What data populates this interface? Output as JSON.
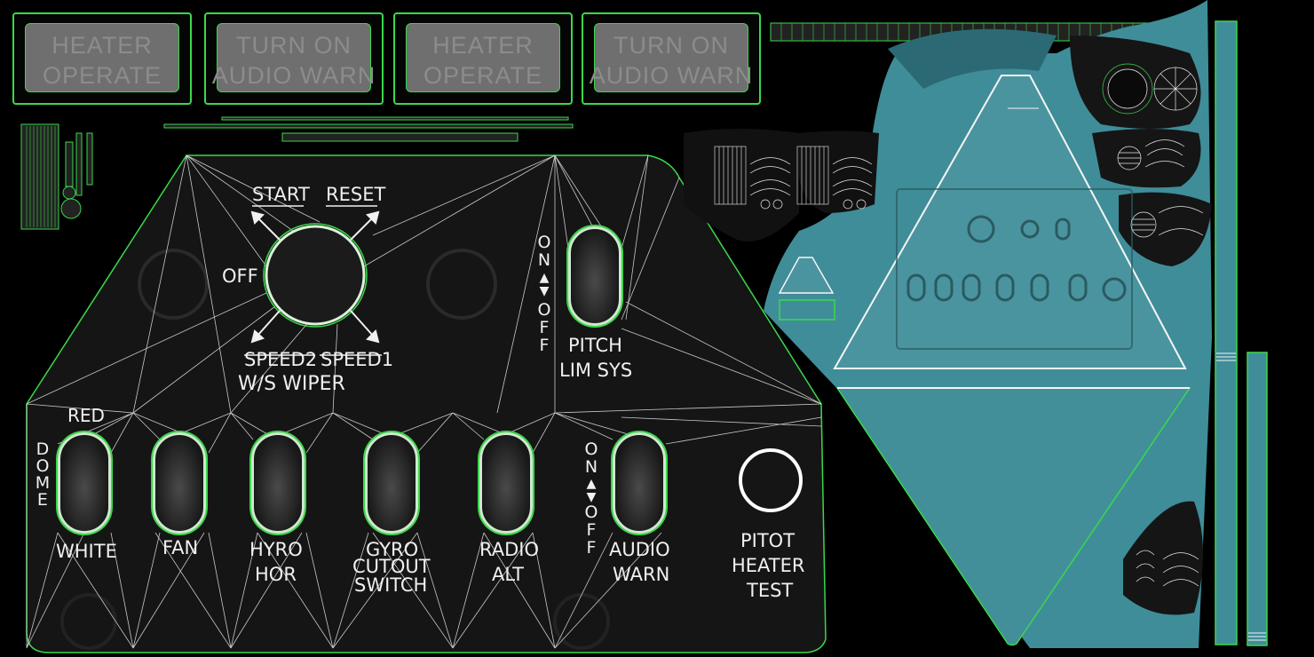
{
  "annunciators": [
    {
      "line1": "HEATER",
      "line2": "OPERATE"
    },
    {
      "line1": "TURN ON",
      "line2": "AUDIO WARN"
    },
    {
      "line1": "HEATER",
      "line2": "OPERATE"
    },
    {
      "line1": "TURN ON",
      "line2": "AUDIO WARN"
    }
  ],
  "wiper": {
    "start": "START",
    "reset": "RESET",
    "off": "OFF",
    "speed2": "SPEED2",
    "speed1": "SPEED1",
    "title": "W/S WIPER"
  },
  "pitch": {
    "on": "ON",
    "off": "OFF",
    "line1": "PITCH",
    "line2": "LIM SYS"
  },
  "dome": {
    "red": "RED",
    "side": "DOME",
    "white": "WHITE"
  },
  "switches": {
    "fan": "FAN",
    "hyro1": "HYRO",
    "hyro2": "HOR",
    "gyro1": "GYRO",
    "gyro2": "CUTOUT",
    "gyro3": "SWITCH",
    "radio1": "RADIO",
    "radio2": "ALT"
  },
  "audio": {
    "on": "ON",
    "off": "OFF",
    "line1": "AUDIO",
    "line2": "WARN"
  },
  "pitot": {
    "line1": "PITOT",
    "line2": "HEATER",
    "line3": "TEST"
  },
  "colors": {
    "wire": "#3bd84a",
    "teal": "#3f8d99",
    "panel": "#121212"
  }
}
